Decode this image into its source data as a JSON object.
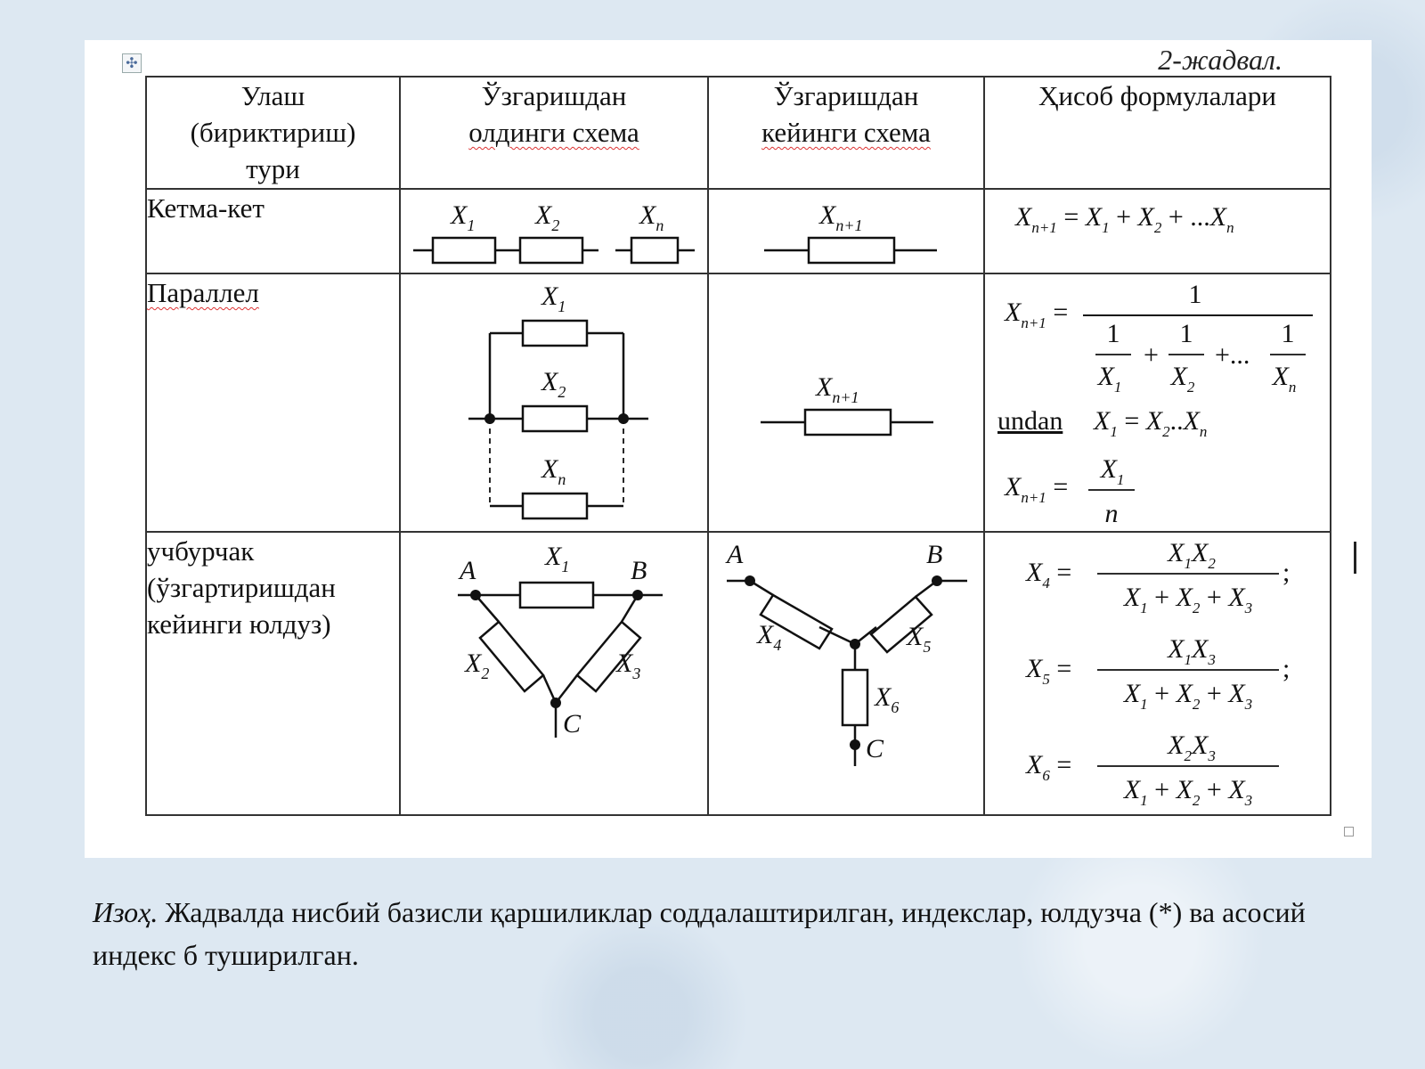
{
  "table": {
    "caption": "2-жадвал.",
    "headers": [
      [
        "Улаш",
        "(бириктириш)",
        "тури"
      ],
      [
        "Ўзгаришдан",
        "олдинги схема"
      ],
      [
        "Ўзгаришдан",
        "кейинги схема"
      ],
      [
        "Ҳисоб формулалари"
      ]
    ],
    "rows": [
      {
        "label": [
          "Кетма-кет"
        ]
      },
      {
        "label": [
          "Параллел"
        ]
      },
      {
        "label": [
          "учбурчак",
          "(ўзгартиришдан",
          "кейинги юлдуз)"
        ]
      }
    ],
    "formula_words": {
      "from_that": "undan"
    },
    "node_labels": {
      "a": "A",
      "b": "B",
      "c": "C"
    }
  },
  "note": {
    "label": "Изоҳ.",
    "text": " Жадвалда нисбий базисли қаршиликлар соддалаштирилган, индекслар, юлдузча (*) ва асосий индекс б туширилган."
  }
}
